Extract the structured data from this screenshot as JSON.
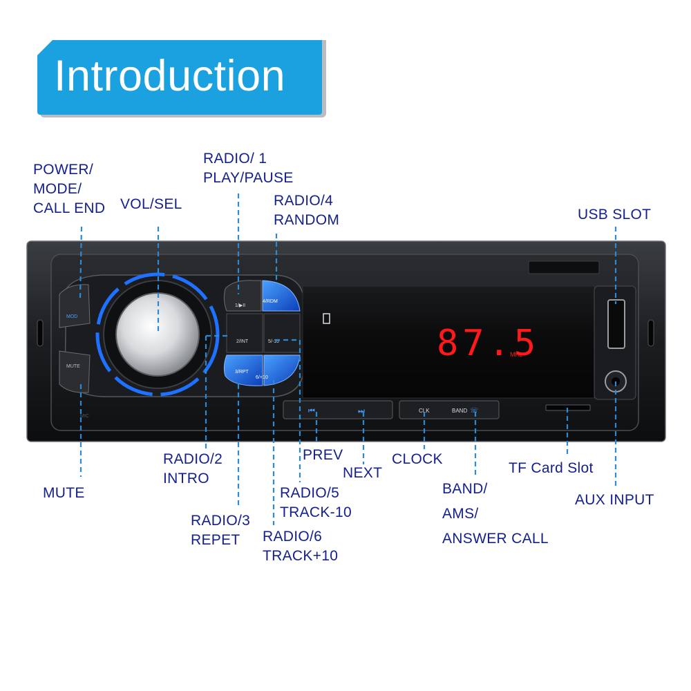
{
  "title": "Introduction",
  "device": {
    "frequency": "87.5",
    "unit": "MHz",
    "buttons": {
      "mode": "MOD",
      "mute": "MUTE",
      "mic": "MIC",
      "b1": "1/▶II",
      "b2": "2/INT",
      "b3": "3/RPT",
      "b4": "4/RDM",
      "b5": "5/-10",
      "b6": "6/+10",
      "clk": "CLK",
      "band": "BAND"
    }
  },
  "labels": {
    "power_mode": [
      "POWER/",
      "MODE/",
      "CALL END"
    ],
    "vol_sel": "VOL/SEL",
    "radio1": [
      "RADIO/ 1",
      "PLAY/PAUSE"
    ],
    "radio4": [
      "RADIO/4",
      "RANDOM"
    ],
    "usb_slot": "USB SLOT",
    "mute": "MUTE",
    "radio2": [
      "RADIO/2",
      "INTRO"
    ],
    "radio3": [
      "RADIO/3",
      "REPET"
    ],
    "prev": "PREV",
    "next": "NEXT",
    "clock": "CLOCK",
    "radio5": [
      "RADIO/5",
      "TRACK-10"
    ],
    "radio6": [
      "RADIO/6",
      "TRACK+10"
    ],
    "band_ams": [
      "BAND/",
      "AMS/",
      "ANSWER CALL"
    ],
    "tf_card": "TF Card Slot",
    "aux_input": "AUX INPUT"
  },
  "colors": {
    "banner": "#1ba1e0",
    "label_text": "#14208e",
    "leader_line": "#2a8ad6",
    "led_blue": "#1e72ff",
    "display_red": "#ff1a1a"
  }
}
